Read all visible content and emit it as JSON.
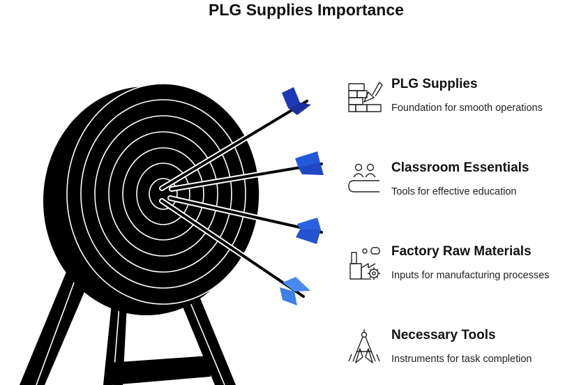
{
  "page": {
    "title": "PLG Supplies Importance"
  },
  "colors": {
    "target": "#000000",
    "ring": "#ffffff",
    "arrow_dark": "#1d39b8",
    "arrow_mid": "#2358d8",
    "arrow_light": "#3f7fe6"
  },
  "items": [
    {
      "heading": "PLG Supplies",
      "description": "Foundation for smooth operations",
      "icon": "brick-wall-trowel-icon"
    },
    {
      "heading": "Classroom Essentials",
      "description": "Tools for effective education",
      "icon": "students-at-desk-icon"
    },
    {
      "heading": "Factory Raw Materials",
      "description": "Inputs for manufacturing processes",
      "icon": "factory-gear-icon"
    },
    {
      "heading": "Necessary Tools",
      "description": "Instruments for task completion",
      "icon": "compass-tools-icon"
    }
  ]
}
